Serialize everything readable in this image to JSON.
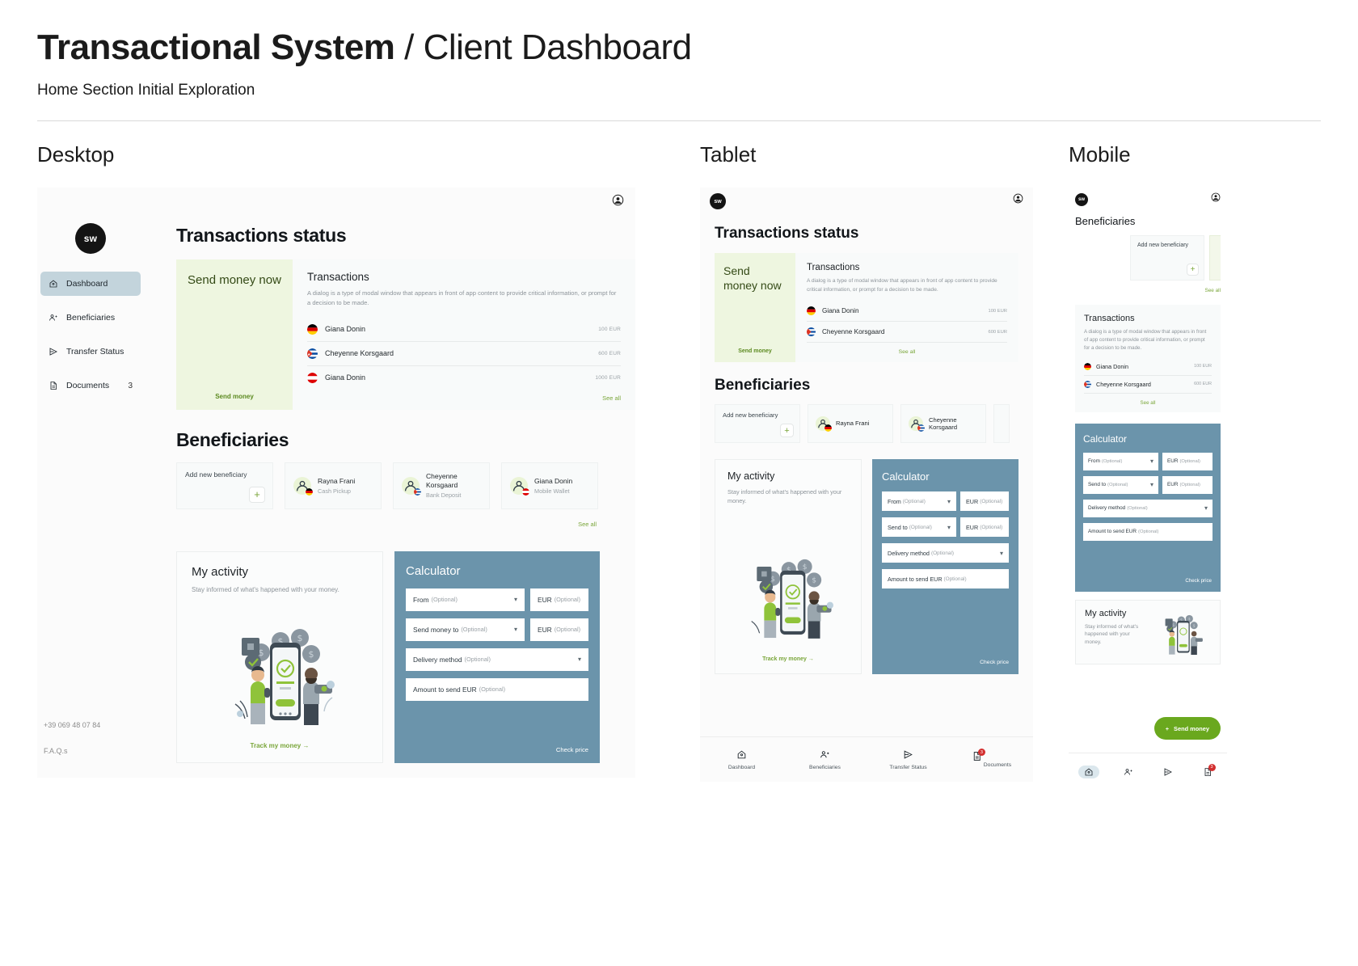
{
  "header": {
    "title_bold": "Transactional System",
    "title_sep": " / ",
    "title_thin": "Client Dashboard",
    "subtitle": "Home Section Initial Exploration"
  },
  "columns": {
    "desktop": "Desktop",
    "tablet": "Tablet",
    "mobile": "Mobile"
  },
  "brand": {
    "logo_text": "sw"
  },
  "sidebar": {
    "items": [
      {
        "label": "Dashboard",
        "icon": "home-icon",
        "badge": ""
      },
      {
        "label": "Beneficiaries",
        "icon": "people-icon",
        "badge": ""
      },
      {
        "label": "Transfer Status",
        "icon": "send-icon",
        "badge": ""
      },
      {
        "label": "Documents",
        "icon": "document-icon",
        "badge": "3"
      }
    ],
    "phone": "+39 069 48 07 84",
    "faq": "F.A.Q.s"
  },
  "sections": {
    "transactions_status": "Transactions status",
    "beneficiaries": "Beneficiaries"
  },
  "send_card": {
    "title": "Send money now",
    "title_tablet": "Send money now",
    "cta": "Send money"
  },
  "transactions": {
    "title": "Transactions",
    "description": "A dialog is a type of modal window that appears in front of app content to provide critical information, or prompt for a decision to be made.",
    "see_all": "See all",
    "rows": [
      {
        "name": "Giana Donin",
        "amount": "100 EUR",
        "flag": "germany-flag"
      },
      {
        "name": "Cheyenne Korsgaard",
        "amount": "600 EUR",
        "flag": "cuba-flag"
      },
      {
        "name": "Giana Donin",
        "amount": "1000 EUR",
        "flag": "austria-flag"
      }
    ]
  },
  "beneficiaries": {
    "add_label": "Add new beneficiary",
    "add_label_mobile": "Add new beneficiary",
    "see_all": "See all",
    "cards": [
      {
        "name": "Rayna Frani",
        "method": "Cash Pickup",
        "flag": "germany-flag"
      },
      {
        "name": "Cheyenne Korsgaard",
        "method": "Bank Deposit",
        "flag": "cuba-flag"
      },
      {
        "name": "Giana Donin",
        "method": "Mobile Wallet",
        "flag": "austria-flag"
      }
    ]
  },
  "activity": {
    "title": "My activity",
    "description": "Stay informed of what's happened with your money.",
    "description_tablet": "Stay informed of what's happened with your money.",
    "description_mobile": "Stay informed of what's happened with your money.",
    "cta": "Track my money",
    "cta_arrow": "→"
  },
  "calculator": {
    "title": "Calculator",
    "fields": {
      "from": "From",
      "send_money_to": "Send money to",
      "send_to": "Send to",
      "delivery_method": "Delivery method",
      "amount": "Amount to send EUR",
      "currency": "EUR"
    },
    "optional": "(Optional)",
    "check_price": "Check price"
  },
  "bottom_nav": {
    "items": [
      {
        "label": "Dashboard",
        "icon": "home-icon",
        "badge": ""
      },
      {
        "label": "Beneficiaries",
        "icon": "people-icon",
        "badge": ""
      },
      {
        "label": "Transfer Status",
        "icon": "send-icon",
        "badge": ""
      },
      {
        "label": "Documents",
        "icon": "document-icon",
        "badge": "3"
      }
    ]
  },
  "mobile_fab": {
    "label": "Send money",
    "plus": "+"
  },
  "colors": {
    "accent_green": "#7aa63a",
    "calc_blue": "#6b94ab",
    "send_card_bg": "#eef6e0",
    "active_nav": "#c3d4dc",
    "fab_green": "#6aa81e",
    "badge_red": "#d32f2f"
  }
}
